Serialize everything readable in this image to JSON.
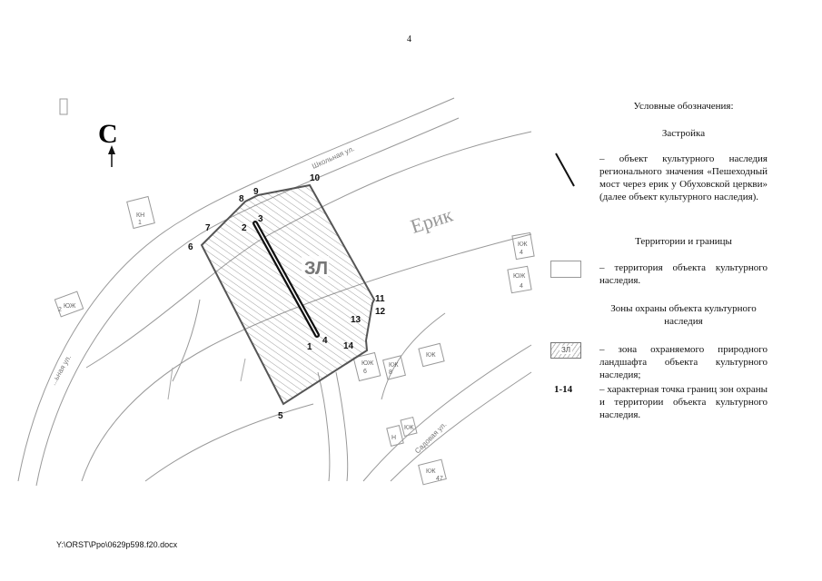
{
  "page_number": "4",
  "map": {
    "north_label": "С",
    "river_label": "Ерик",
    "zone_label": "ЗЛ",
    "streets": [
      "Школьная ул.",
      "...ьная ул.",
      "Садовая ул."
    ],
    "buildings": [
      {
        "code": "КН",
        "num": "1"
      },
      {
        "code": "ЮЖ",
        "num": "2"
      },
      {
        "code": "КЖ",
        "num": "4"
      },
      {
        "code": "ЮЖ",
        "num": "4"
      },
      {
        "code": "ЮЖ",
        "num": "6"
      },
      {
        "code": "КЖ",
        "num": "8"
      },
      {
        "code": "КЖ",
        "num": ""
      },
      {
        "code": "КЖ",
        "num": "47"
      },
      {
        "code": "Н",
        "num": ""
      },
      {
        "code": "КЖ",
        "num": ""
      }
    ],
    "points": [
      "1",
      "2",
      "3",
      "4",
      "5",
      "6",
      "7",
      "8",
      "9",
      "10",
      "11",
      "12",
      "13",
      "14"
    ]
  },
  "legend": {
    "title": "Условные обозначения:",
    "section_buildings": "Застройка",
    "heritage_object_desc": "– объект культурного наследия регионального значения «Пешеходный мост через ерик у Обуховской церкви» (далее объект культурного наследия).",
    "section_territory": "Территории и границы",
    "territory_desc": "– территория объекта культурного наследия.",
    "section_zones": "Зоны охраны объекта культурного наследия",
    "zone_symbol_label": "ЗЛ",
    "zone_desc": "– зона охраняемого природного ландшафта объекта культурного наследия;",
    "points_symbol": "1-14",
    "points_desc": "– характерная точка границ зон охраны и территории объекта культурного наследия."
  },
  "footer": "Y:\\ORST\\Ppo\\0629p598.f20.docx"
}
